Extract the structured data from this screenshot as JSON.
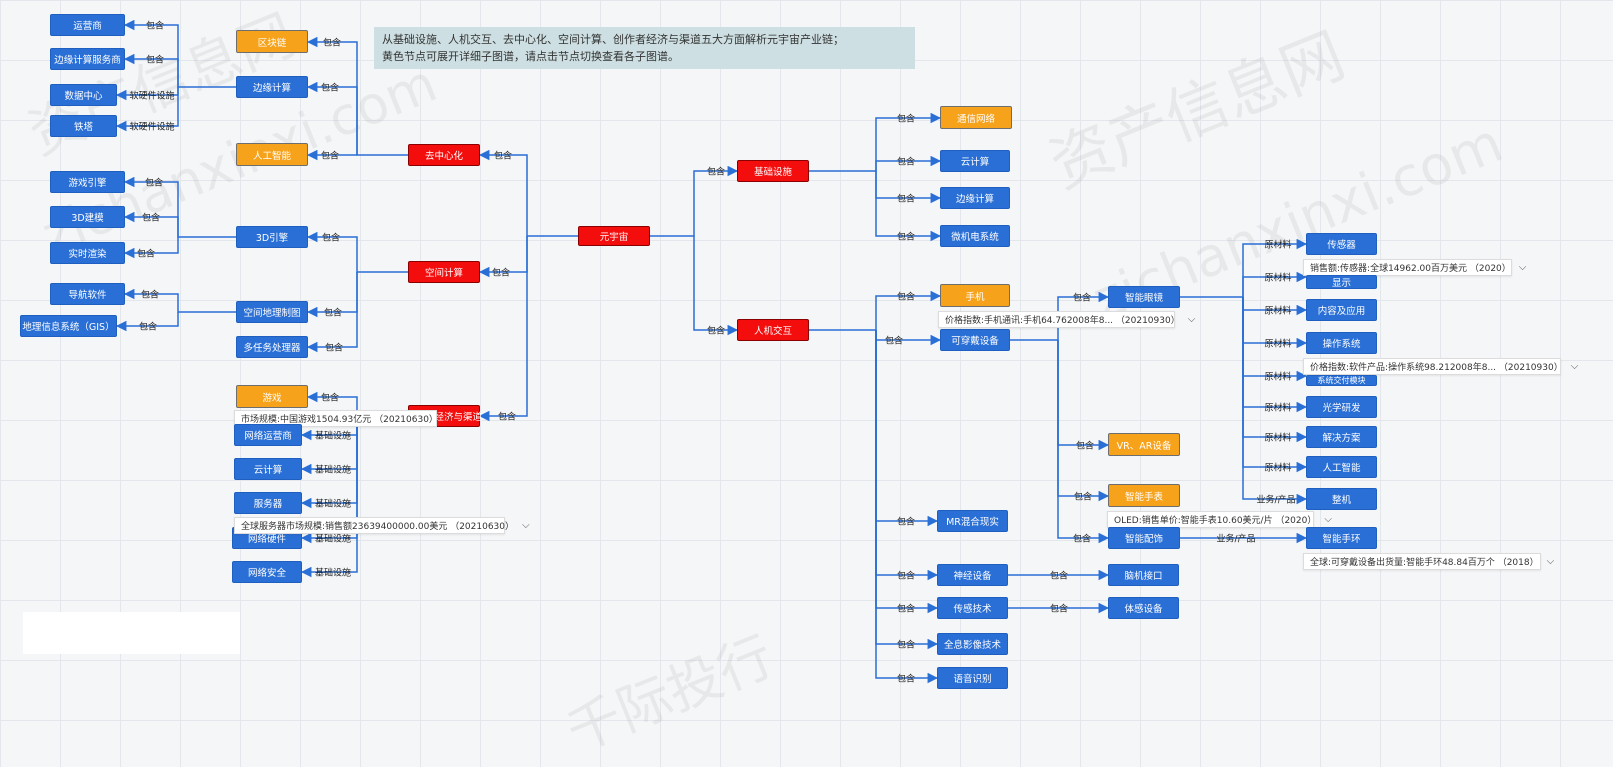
{
  "banner": {
    "line1": "从基础设施、人机交互、去中心化、空间计算、创作者经济与渠道五大方面解析元宇宙产业链；",
    "line2": "黄色节点可展开详细子图谱，请点击节点切换查看各子图谱。"
  },
  "watermark": {
    "cn": "资产信息网",
    "en": "zichanxinxi.com",
    "cn2": "千际投行"
  },
  "colors": {
    "blue": "#2a6fd6",
    "orange": "#f7a21b",
    "red": "#f40d0d",
    "edge": "#2a6fd6"
  },
  "relations": {
    "contains": "包含",
    "hw_infra": "软硬件设施",
    "infra": "基础设施",
    "raw": "原材料",
    "biz": "业务/产品"
  },
  "nodes": {
    "yuzhou": "元宇宙",
    "jichusheshi": "基础设施",
    "renji": "人机交互",
    "quzhongxin": "去中心化",
    "kongjian": "空间计算",
    "chuangzuo": "创作者经济与渠道",
    "qukuailian": "区块链",
    "bianyuan_l": "边缘计算",
    "rengong_l": "人工智能",
    "yunying": "运营商",
    "bianyuanfuwu": "边缘计算服务商",
    "shuju": "数据中心",
    "tieta": "铁塔",
    "engine3d": "3D引擎",
    "dili": "空间地理制图",
    "duorenwu": "多任务处理器",
    "youxiyinqing": "游戏引擎",
    "jianmo": "3D建模",
    "xuanran": "实时渲染",
    "daohang": "导航软件",
    "gis": "地理信息系统（GIS）",
    "youxi": "游戏",
    "wangluoyunying": "网络运营商",
    "yunjisuan_l": "云计算",
    "fuwuqi": "服务器",
    "wangluoyingjian": "网络硬件",
    "wangluoanquan": "网络安全",
    "tongxin": "通信网络",
    "yunjisuan_r": "云计算",
    "bianyuan_r": "边缘计算",
    "weiji": "微机电系统",
    "shouji": "手机",
    "chuandai": "可穿戴设备",
    "mr": "MR混合现实",
    "shenjing": "神经设备",
    "chuangan": "传感技术",
    "quanxi": "全息影像技术",
    "yuyin": "语音识别",
    "yanjing": "智能眼镜",
    "vrar": "VR、AR设备",
    "shoubiao": "智能手表",
    "peishi": "智能配饰",
    "naoji": "脑机接口",
    "tigan": "体感设备",
    "chuanganqi": "传感器",
    "xianshi": "显示",
    "neirong": "内容及应用",
    "caozuo": "操作系统",
    "xitong": "系统交付模块",
    "guangxue": "光学研发",
    "jiejue": "解决方案",
    "rengong_r": "人工智能",
    "zhengji": "整机",
    "shouhuan": "智能手环"
  },
  "info": {
    "youxi": "市场规模:中国游戏1504.93亿元 （20210630）",
    "fuwuqi": "全球服务器市场规模:销售额23639400000.00美元 （20210630）",
    "shouji": "价格指数:手机通讯:手机64.762008年8... （20210930）",
    "chuanganqi": "销售额:传感器:全球14962.00百万美元 （2020）",
    "caozuo": "价格指数:软件产品:操作系统98.212008年8... （20210930）",
    "shoubiao": "OLED:销售单价:智能手表10.60美元/片 （2020）",
    "shouhuan": "全球:可穿戴设备出货量:智能手环48.84百万个 （2018）"
  }
}
